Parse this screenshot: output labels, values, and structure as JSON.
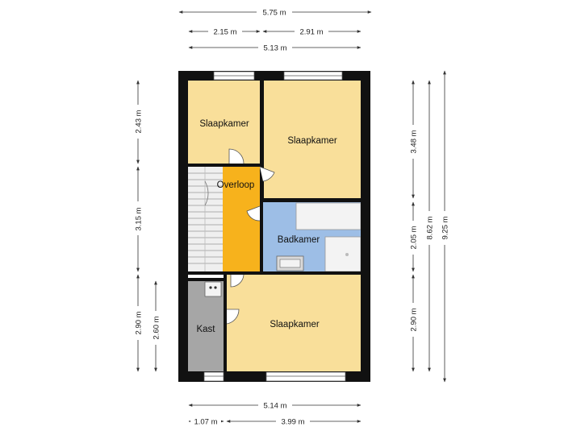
{
  "plan": {
    "rooms": {
      "bedroom_top_left": "Slaapkamer",
      "bedroom_top_right": "Slaapkamer",
      "landing": "Overloop",
      "bathroom": "Badkamer",
      "closet": "Kast",
      "bedroom_bottom": "Slaapkamer"
    },
    "dimensions": {
      "top_total": "5.75 m",
      "top_left": "2.15 m",
      "top_right": "2.91 m",
      "top_inner": "5.13 m",
      "bottom_total": "5.14 m",
      "bottom_left": "1.07 m",
      "bottom_right": "3.99 m",
      "left_top": "2.43 m",
      "left_middle": "3.15 m",
      "left_bottom": "2.90 m",
      "left_inner_bottom": "2.60 m",
      "right_top": "3.48 m",
      "right_middle": "2.05 m",
      "right_bottom": "2.90 m",
      "right_inner": "8.62 m",
      "right_total": "9.25 m"
    },
    "colors": {
      "bedroom": "#f9df9a",
      "landing": "#f7b21c",
      "bathroom": "#9dbee6",
      "closet": "#a6a6a6",
      "wall": "#111111",
      "stairs": "#e8e8e8"
    }
  }
}
